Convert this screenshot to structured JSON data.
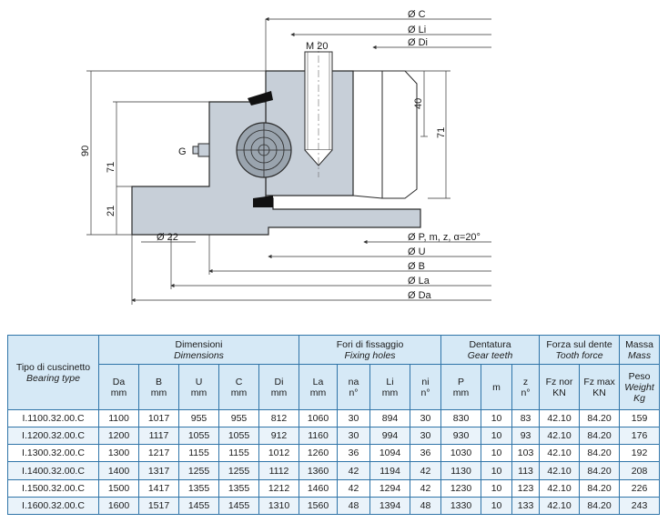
{
  "drawing": {
    "dims_right": [
      "Ø C",
      "Ø Li",
      "Ø Di",
      "Ø P, m, z, α=20°",
      "Ø U",
      "Ø B",
      "Ø La",
      "Ø Da"
    ],
    "dim_m20": "M 20",
    "dim_22": "Ø 22",
    "dim_40": "40",
    "dim_71_right": "71",
    "dim_90": "90",
    "dim_71_left": "71",
    "dim_21": "21",
    "label_g": "G"
  },
  "table": {
    "groups": {
      "bearing": {
        "it": "Tipo di cuscinetto",
        "en": "Bearing type"
      },
      "dims": {
        "it": "Dimensioni",
        "en": "Dimensions"
      },
      "holes": {
        "it": "Fori di fissaggio",
        "en": "Fixing holes"
      },
      "teeth": {
        "it": "Dentatura",
        "en": "Gear teeth"
      },
      "force": {
        "it": "Forza sul dente",
        "en": "Tooth force"
      },
      "mass": {
        "it": "Massa",
        "en": "Mass"
      }
    },
    "columns": [
      {
        "name": "Da",
        "unit": "mm"
      },
      {
        "name": "B",
        "unit": "mm"
      },
      {
        "name": "U",
        "unit": "mm"
      },
      {
        "name": "C",
        "unit": "mm"
      },
      {
        "name": "Di",
        "unit": "mm"
      },
      {
        "name": "La",
        "unit": "mm"
      },
      {
        "name": "na",
        "unit": "n°"
      },
      {
        "name": "Li",
        "unit": "mm"
      },
      {
        "name": "ni",
        "unit": "n°"
      },
      {
        "name": "P",
        "unit": "mm"
      },
      {
        "name": "m",
        "unit": ""
      },
      {
        "name": "z",
        "unit": "n°"
      },
      {
        "name": "Fz nor",
        "unit": "KN"
      },
      {
        "name": "Fz max",
        "unit": "KN"
      },
      {
        "name": "Peso",
        "unit": "Weight Kg"
      }
    ],
    "rows": [
      [
        "I.1100.32.00.C",
        "1100",
        "1017",
        "955",
        "955",
        "812",
        "1060",
        "30",
        "894",
        "30",
        "830",
        "10",
        "83",
        "42.10",
        "84.20",
        "159"
      ],
      [
        "I.1200.32.00.C",
        "1200",
        "1117",
        "1055",
        "1055",
        "912",
        "1160",
        "30",
        "994",
        "30",
        "930",
        "10",
        "93",
        "42.10",
        "84.20",
        "176"
      ],
      [
        "I.1300.32.00.C",
        "1300",
        "1217",
        "1155",
        "1155",
        "1012",
        "1260",
        "36",
        "1094",
        "36",
        "1030",
        "10",
        "103",
        "42.10",
        "84.20",
        "192"
      ],
      [
        "I.1400.32.00.C",
        "1400",
        "1317",
        "1255",
        "1255",
        "1112",
        "1360",
        "42",
        "1194",
        "42",
        "1130",
        "10",
        "113",
        "42.10",
        "84.20",
        "208"
      ],
      [
        "I.1500.32.00.C",
        "1500",
        "1417",
        "1355",
        "1355",
        "1212",
        "1460",
        "42",
        "1294",
        "42",
        "1230",
        "10",
        "123",
        "42.10",
        "84.20",
        "226"
      ],
      [
        "I.1600.32.00.C",
        "1600",
        "1517",
        "1455",
        "1455",
        "1310",
        "1560",
        "48",
        "1394",
        "48",
        "1330",
        "10",
        "133",
        "42.10",
        "84.20",
        "243"
      ]
    ]
  }
}
